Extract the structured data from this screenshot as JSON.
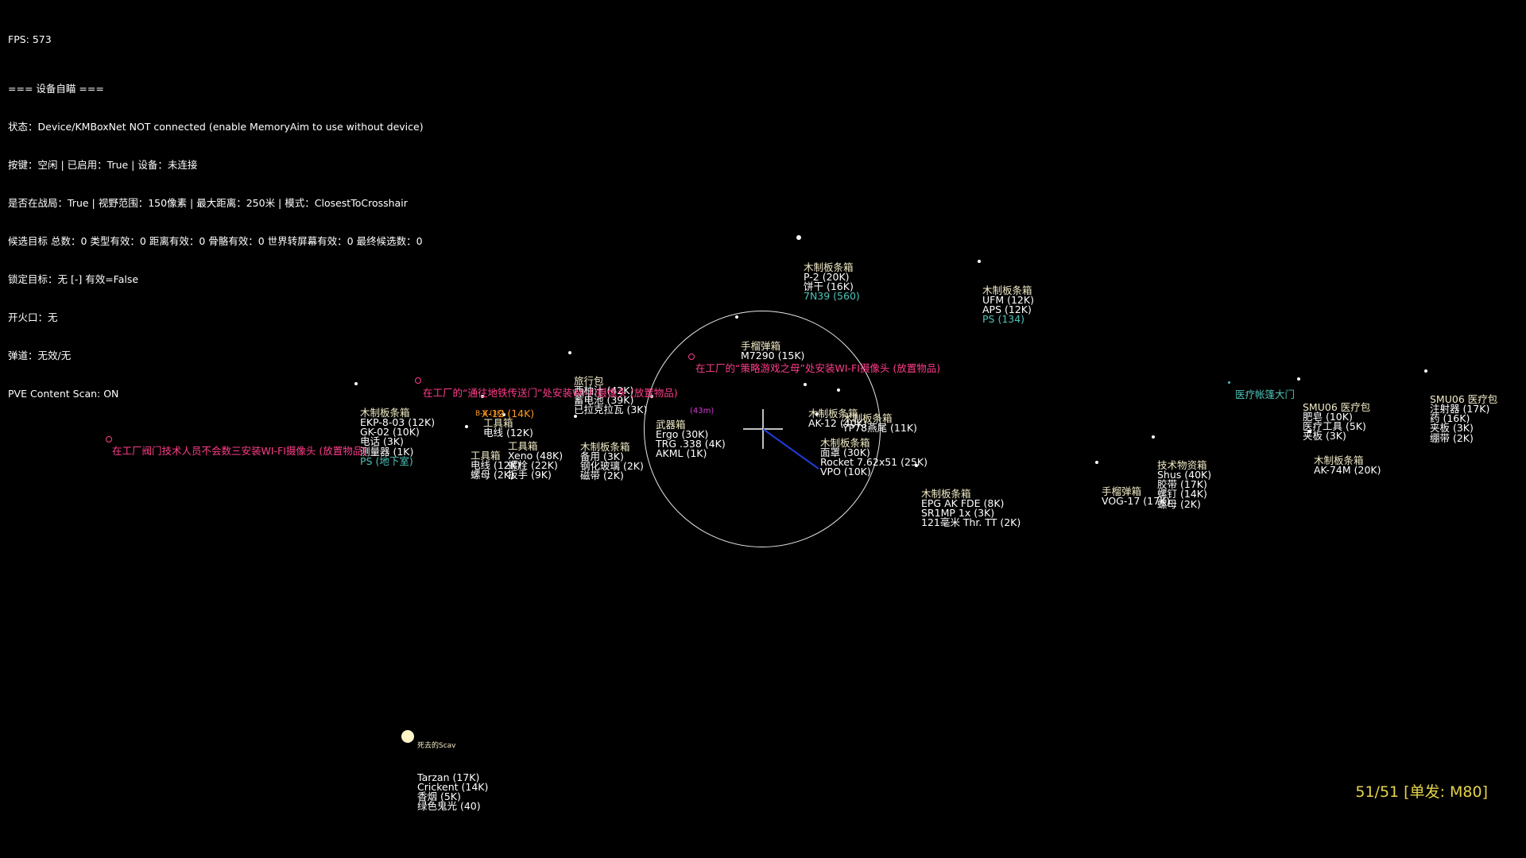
{
  "hud": {
    "fps": "FPS: 573",
    "lines": [
      "=== 设备自瞄 ===",
      "状态：Device/KMBoxNet NOT connected (enable MemoryAim to use without device)",
      "按键：空闲 | 已启用：True | 设备：未连接",
      "是否在战局：True | 视野范围：150像素 | 最大距离：250米 | 模式：ClosestToCrosshair",
      "候选目标 总数：0 类型有效：0 距离有效：0 骨骼有效：0 世界转屏幕有效：0 最终候选数：0",
      "锁定目标：无 [-] 有效=False",
      "开火口：无",
      "弹道：无效/无",
      "PVE Content Scan: ON"
    ]
  },
  "ammo_readout": "51/51 [单发: M80]",
  "loot_boxes": [
    {
      "title": "木制板条箱",
      "items": [
        "P-2 (20K)",
        "饼干 (16K)"
      ],
      "teal": "7N39 (560)"
    },
    {
      "title": "木制板条箱",
      "items": [
        "UFM (12K)",
        "APS (12K)"
      ],
      "teal": "PS (134)"
    },
    {
      "title": "手榴弹箱",
      "items": [
        "M7290 (15K)"
      ],
      "teal": ""
    },
    {
      "title": "旅行包",
      "items": [
        "西柚汁 (42K)",
        "蓄电池 (39K)",
        "已拉克拉瓦 (3K)"
      ],
      "teal": ""
    },
    {
      "title": "武器箱",
      "items": [
        "Ergo (30K)",
        "TRG .338 (4K)",
        "AKML (1K)"
      ],
      "teal": ""
    },
    {
      "title": "木制板条箱",
      "items": [
        "AK-12 (40K)"
      ],
      "teal": ""
    },
    {
      "title": "木制板条箱",
      "items": [
        "YP78燕尾 (11K)"
      ],
      "teal": ""
    },
    {
      "title": "木制板条箱",
      "items": [
        "面罩 (30K)",
        "Rocket 7.62x51 (25K)",
        "VPO (10K)"
      ],
      "teal": ""
    },
    {
      "title": "木制板条箱",
      "items": [
        "EPG AK FDE (8K)",
        "SR1MP 1x (3K)",
        "121毫米 Thr. TT (2K)"
      ],
      "teal": ""
    },
    {
      "title": "手榴弹箱",
      "items": [
        "VOG-17 (17K)"
      ],
      "teal": ""
    },
    {
      "title": "技术物资箱",
      "items": [
        "Shus (40K)",
        "胶带 (17K)",
        "螺钉 (14K)",
        "螺母 (2K)"
      ],
      "teal": ""
    },
    {
      "title": "SMU06 医疗包",
      "items": [
        "肥皂 (10K)",
        "医疗工具 (5K)",
        "夹板 (3K)"
      ],
      "teal": ""
    },
    {
      "title": "木制板条箱",
      "items": [
        "AK-74M (20K)"
      ],
      "teal": ""
    },
    {
      "title": "SMU06 医疗包",
      "items": [
        "注射器 (17K)",
        "药 (16K)",
        "夹板 (3K)",
        "绷带 (2K)"
      ],
      "teal": ""
    },
    {
      "title": "木制板条箱",
      "items": [
        "EKP-8-03 (12K)",
        "GK-02 (10K)",
        "电话 (3K)",
        "测量器 (1K)"
      ],
      "teal": "PS (地下室)"
    },
    {
      "title": "工具箱",
      "items": [
        "电线 (12K)",
        "螺母 (2K)"
      ],
      "teal": ""
    },
    {
      "title": "工具箱",
      "items": [
        "Xeno (48K)",
        "螺栓 (22K)",
        "扳手 (9K)"
      ],
      "teal": ""
    },
    {
      "title": "工具箱",
      "items": [
        "电线 (12K)"
      ],
      "teal": ""
    },
    {
      "title": "木制板条箱",
      "items": [
        "备用 (3K)",
        "钢化玻璃 (2K)",
        "磁带 (2K)"
      ],
      "teal": ""
    }
  ],
  "quests": [
    "在工厂的“策略游戏之母”处安装WI-FI摄像头 (放置物品)",
    "在工厂的“通往地铁传送门”处安装WI-FI摄像头 (放置物品)",
    "在工厂阀门技术人员不会数三安装WI-FI摄像头 (放置物品)"
  ],
  "exit_label": "医疗帐篷大门",
  "orange_labels": [
    "X-12 (14K)",
    "B-8 (3K)"
  ],
  "magenta_tag": "(43m)",
  "corpse": {
    "label": "死去的Scav",
    "items": [
      "Tarzan (17K)",
      "Crickent (14K)",
      "香烟 (5K)",
      "绿色鬼光 (40)"
    ]
  },
  "colors": {
    "quest": "#ff3d8a",
    "teal": "#4fc3b8",
    "ammo": "#e6d34a",
    "aim_line": "#1e3bdc"
  },
  "crosshair_icon": "crosshair-icon"
}
